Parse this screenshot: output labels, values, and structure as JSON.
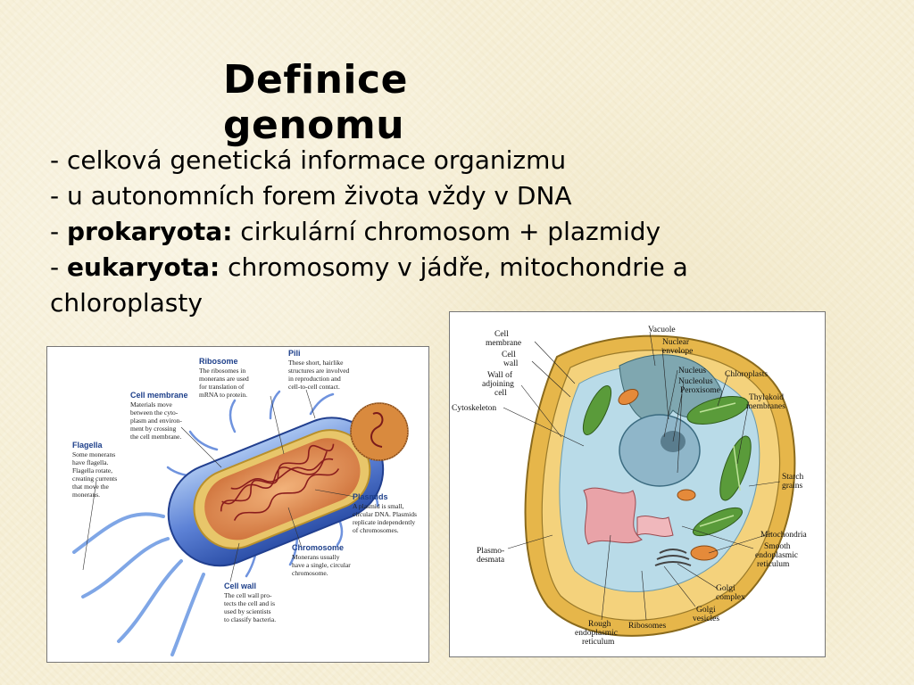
{
  "slide": {
    "title": "Definice genomu",
    "bullets": [
      {
        "dash": "- ",
        "bold": "",
        "text": "celková genetická informace organizmu"
      },
      {
        "dash": "- ",
        "bold": "",
        "text": "u autonomních forem života vždy v DNA"
      },
      {
        "dash": "- ",
        "bold": "prokaryota:",
        "text": " cirkulární chromosom + plazmidy"
      },
      {
        "dash": "- ",
        "bold": "eukaryota:",
        "text": " chromosomy v jádře, mitochondrie a chloroplasty"
      }
    ]
  },
  "prokaryote_figure": {
    "labels": {
      "ribosome_title": "Ribosome",
      "ribosome_text": [
        "The ribosomes in",
        "monerans are used",
        "for translation of",
        "mRNA to protein."
      ],
      "pili_title": "Pili",
      "pili_text": [
        "These short, hairlike",
        "structures are involved",
        "in reproduction and",
        "cell-to-cell contact."
      ],
      "membrane_title": "Cell membrane",
      "membrane_text": [
        "Materials move",
        "between the cyto-",
        "plasm and environ-",
        "ment by crossing",
        "the cell membrane."
      ],
      "flagella_title": "Flagella",
      "flagella_text": [
        "Some monerans",
        "have flagella.",
        "Flagella rotate,",
        "creating currents",
        "that move the",
        "monerans."
      ],
      "plasmids_title": "Plasmids",
      "plasmids_text": [
        "A plasmid is small,",
        "circular DNA. Plasmids",
        "replicate independently",
        "of chromosomes."
      ],
      "chromosome_title": "Chromosome",
      "chromosome_text": [
        "Monerans usually",
        "have a single, circular",
        "chromosome."
      ],
      "wall_title": "Cell wall",
      "wall_text": [
        "The cell wall pro-",
        "tects the cell and is",
        "used by scientists",
        "to classify bacteria."
      ]
    }
  },
  "eukaryote_figure": {
    "labels": {
      "cell_membrane": [
        "Cell",
        "membrane"
      ],
      "cell_wall": [
        "Cell",
        "wall"
      ],
      "wall_adjoining": [
        "Wall of",
        "adjoining",
        "cell"
      ],
      "cytoskeleton": "Cytoskeleton",
      "vacuole": "Vacuole",
      "nuclear_envelope": [
        "Nuclear",
        "envelope"
      ],
      "nucleus": "Nucleus",
      "nucleolus": "Nucleolus",
      "peroxisome": "Peroxisome",
      "chloroplasts": "Chloroplasts",
      "thylakoid": [
        "Thylakoid",
        "membranes"
      ],
      "starch": [
        "Starch",
        "grains"
      ],
      "mitochondria": "Mitochondria",
      "smooth_er": [
        "Smooth",
        "endoplasmic",
        "reticulum"
      ],
      "golgi_complex": [
        "Golgi",
        "complex"
      ],
      "golgi_vesicles": [
        "Golgi",
        "vesicles"
      ],
      "ribosomes": "Ribosomes",
      "rough_er": [
        "Rough",
        "endoplasmic",
        "reticulum"
      ],
      "plasmodesmata": [
        "Plasmo-",
        "desmata"
      ]
    }
  },
  "colors": {
    "background": "#f6efd6",
    "text": "#000000",
    "label_heading": "#1d3f8a"
  }
}
